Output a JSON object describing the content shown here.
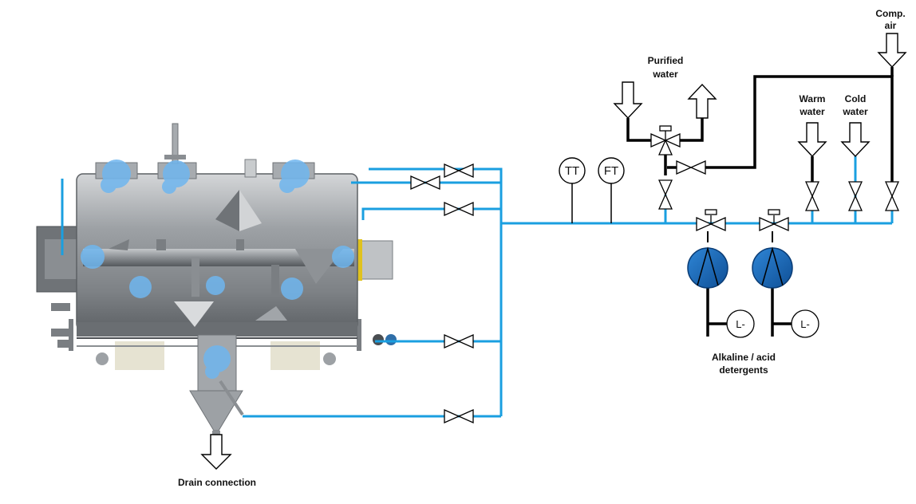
{
  "labels": {
    "comp_air": [
      "Comp.",
      "air"
    ],
    "purified_water": [
      "Purified",
      "water"
    ],
    "warm_water": [
      "Warm",
      "water"
    ],
    "cold_water": [
      "Cold",
      "water"
    ],
    "detergents": [
      "Alkaline / acid",
      "detergents"
    ],
    "drain": "Drain connection"
  },
  "instruments": {
    "tt": "TT",
    "ft": "FT"
  },
  "level_indicators": [
    "L-",
    "L-"
  ],
  "colors": {
    "cip_line": "#1a9fe0",
    "air_line": "#000000",
    "pump": "#1565b5",
    "spray": "#6fb6ef",
    "vessel": "#8f9397",
    "support": "#e6e3d2"
  },
  "icons": [
    "valve-icon",
    "arrow-in-icon",
    "arrow-out-icon",
    "pump-icon",
    "spray-icon"
  ]
}
